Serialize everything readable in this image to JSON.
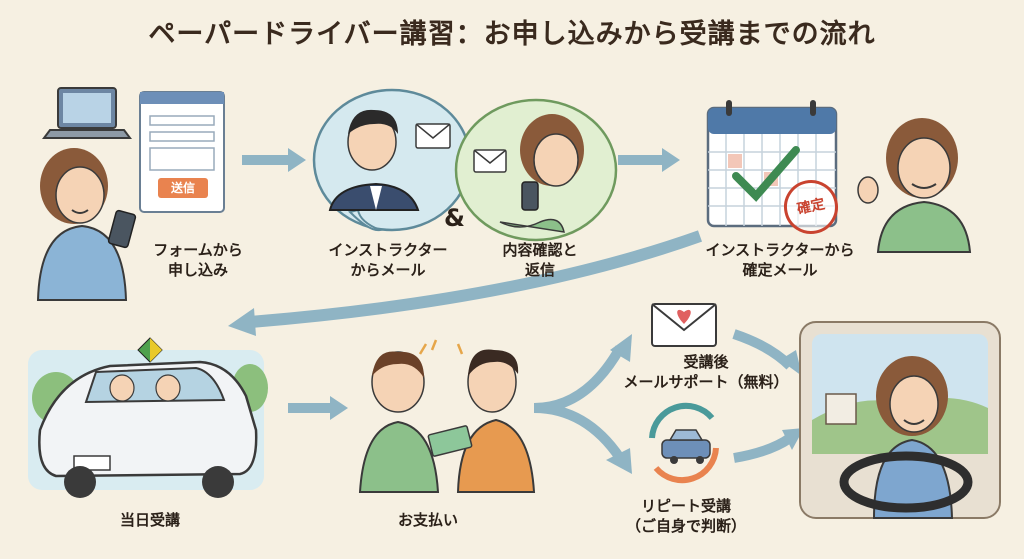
{
  "title": "ペーパードライバー講習：お申し込みから受講までの流れ",
  "steps": {
    "apply": "フォームから\n申し込み",
    "send_button": "送信",
    "instructor_mail": "インストラクター\nからメール",
    "ampersand": "&",
    "confirm_reply": "内容確認と\n返信",
    "confirmation_mail": "インストラクターから\n確定メール",
    "stamp": "確定",
    "lesson_day": "当日受講",
    "payment": "お支払い",
    "mail_support": "受講後\nメールサポート（無料）",
    "repeat": "リピート受講\n（ご自身で判断）"
  },
  "colors": {
    "background": "#f6f0e2",
    "arrow": "#8fb4c4",
    "accent_orange": "#e9834f",
    "stamp_red": "#c9432f"
  }
}
